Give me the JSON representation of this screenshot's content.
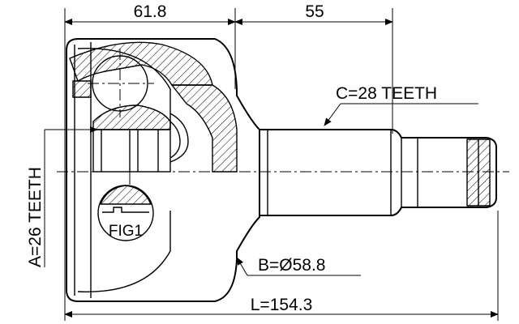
{
  "dimensions": {
    "top_left": "61.8",
    "top_right": "55",
    "spline_c": "C=28 TEETH",
    "spline_a": "A=26 TEETH",
    "diameter_b": "B=Ø58.8",
    "length_l": "L=154.3"
  },
  "detail": {
    "label": "FIG1"
  }
}
